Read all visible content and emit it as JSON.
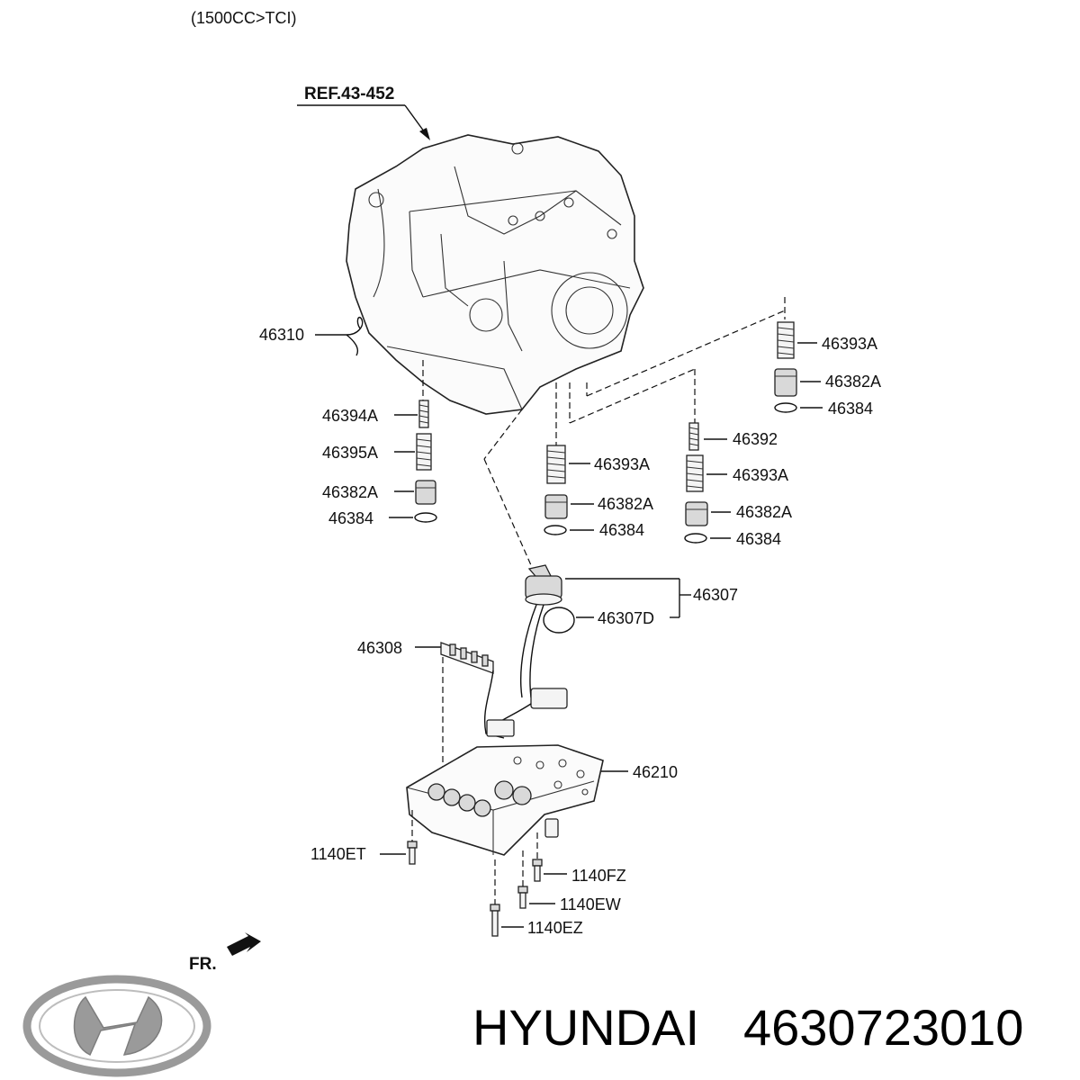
{
  "header": {
    "variant": "(1500CC>TCI)",
    "reference": "REF.43-452"
  },
  "parts": {
    "p46310": "46310",
    "p46394A": "46394A",
    "p46395A": "46395A",
    "p46382A_left": "46382A",
    "p46384_left": "46384",
    "p46393A_mid": "46393A",
    "p46382A_mid": "46382A",
    "p46384_mid": "46384",
    "p46392": "46392",
    "p46393A_right": "46393A",
    "p46382A_right": "46382A",
    "p46384_right": "46384",
    "p46393A_top": "46393A",
    "p46382A_top": "46382A",
    "p46384_top": "46384",
    "p46307": "46307",
    "p46307D": "46307D",
    "p46308": "46308",
    "p46210": "46210",
    "p1140ET": "1140ET",
    "p1140FZ": "1140FZ",
    "p1140EW": "1140EW",
    "p1140EZ": "1140EZ"
  },
  "orientation": {
    "label": "FR."
  },
  "footer": {
    "brand": "HYUNDAI",
    "part_number": "4630723010"
  },
  "colors": {
    "line": "#111111",
    "logo": "#9a9a9a"
  }
}
